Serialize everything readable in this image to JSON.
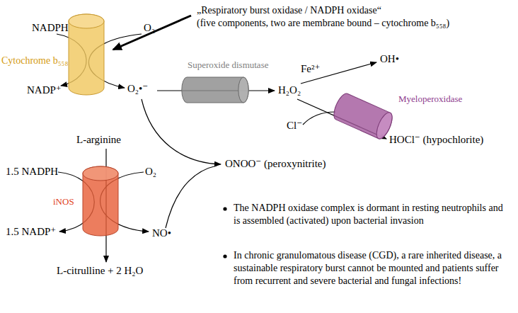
{
  "diagram": {
    "nodes": [
      {
        "text": [
          "Cytochrome b₅₅₈"
        ]
      },
      {
        "text": [
          "Superoxide dismutase"
        ]
      },
      {
        "text": [
          "Myeloperoxidase"
        ]
      },
      {
        "text": [
          "iNOS"
        ]
      }
    ],
    "labels": [
      "NADPH",
      "O₂",
      "NADP⁺",
      "O₂•⁻",
      "„Respiratory burst oxidase / NADPH oxidase“",
      "(five components, two are membrane bound – cytochrome b₅₅₈)",
      "H₂O₂",
      "Fe²⁺",
      "OH•",
      "Cl⁻",
      "HOCl⁻ (hypochlorite)",
      "L-arginine",
      "1.5 NADPH",
      "O₂",
      "1.5 NADP⁺",
      "NO•",
      "L-citrulline + 2 H₂O",
      "ONOO⁻ (peroxynitrite)",
      "The NADPH oxidase complex is dormant in resting neutrophils and is assembled (activated) upon bacterial invasion",
      "In chronic granulomatous disease (CGD), a rare inherited disease, a sustainable respiratory burst cannot be mounted and patients suffer from recurrent and severe bacterial and fungal infections!"
    ]
  }
}
